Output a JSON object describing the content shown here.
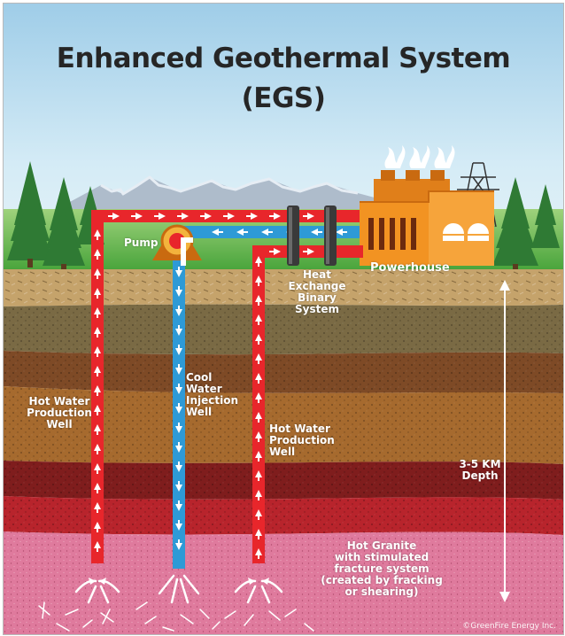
{
  "title": {
    "line1": "Enhanced Geothermal System",
    "line2": "(EGS)"
  },
  "labels": {
    "pump": "Pump",
    "heat_exchange": [
      "Heat",
      "Exchange",
      "Binary",
      "System"
    ],
    "powerhouse": "Powerhouse",
    "hot_water_production_left": [
      "Hot Water",
      "Production",
      "Well"
    ],
    "cool_water_injection": [
      "Cool",
      "Water",
      "Injection",
      "Well"
    ],
    "hot_water_production_right": [
      "Hot Water",
      "Production",
      "Well"
    ],
    "depth": [
      "3-5 KM",
      "Depth"
    ],
    "hot_granite": [
      "Hot Granite",
      "with stimulated",
      "fracture system",
      "(created by fracking",
      "or shearing)"
    ]
  },
  "credit": "©GreenFire Energy Inc.",
  "colors": {
    "sky": "#bfe0f2",
    "hot_pipe": "#e8262b",
    "cool_pipe": "#2e9ad6",
    "powerhouse": "#f29322",
    "grass": "#5cb547",
    "granite": "#e07a9f"
  },
  "icons": {
    "trees": "pine-tree-icon",
    "mountains": "mountain-range-icon",
    "tower": "transmission-tower-icon",
    "pump": "pump-icon"
  }
}
